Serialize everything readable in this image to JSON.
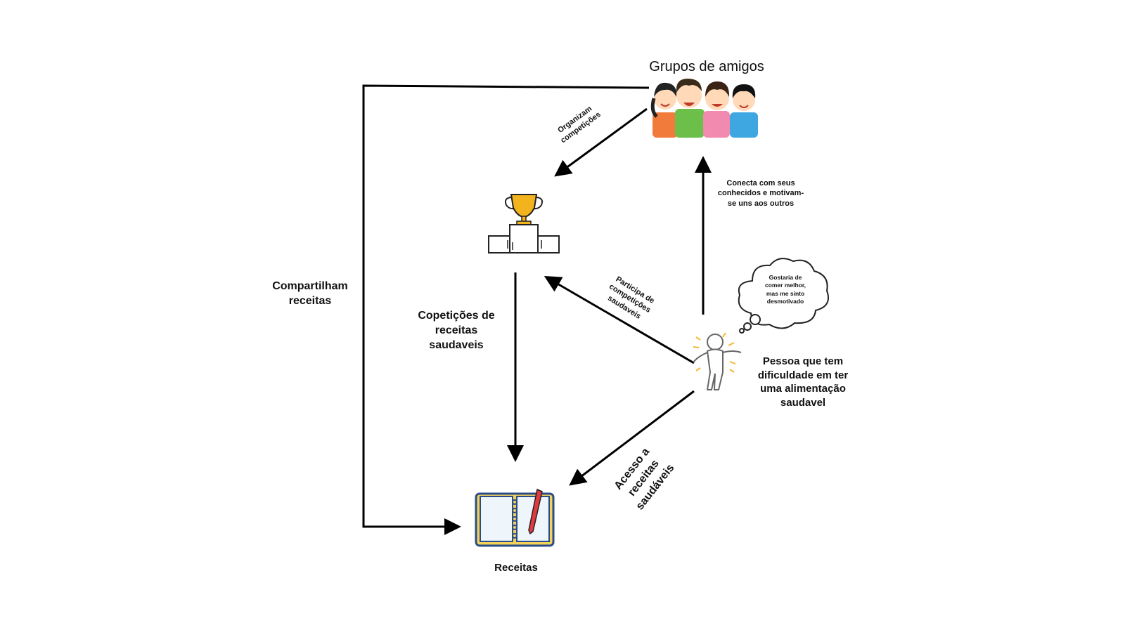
{
  "nodes": {
    "groups_title": "Grupos de amigos",
    "recipes_title": "Receitas",
    "person_title": "Pessoa que tem dificuldade em ter uma alimentação saudavel",
    "thought_text": "Gostaria de comer melhor, mas me sinto desmotivado"
  },
  "edges": {
    "share_recipes": "Compartilham receitas",
    "competitions_recipes": "Copetições de receitas saudaveis",
    "organize_competitions": "Organizam competições",
    "connects": "Conecta com seus conhecidos e motivam-se uns   aos outros",
    "participates": "Participa de competições saudaveis",
    "access_recipes": "Acesso a receitas saudáveis"
  },
  "colors": {
    "arrow": "#000000",
    "trophy_gold": "#f2b31c",
    "book_cover": "#3b6fb6",
    "book_page": "#f4d35a",
    "pen": "#e0393e",
    "shine": "#f5b82e"
  }
}
